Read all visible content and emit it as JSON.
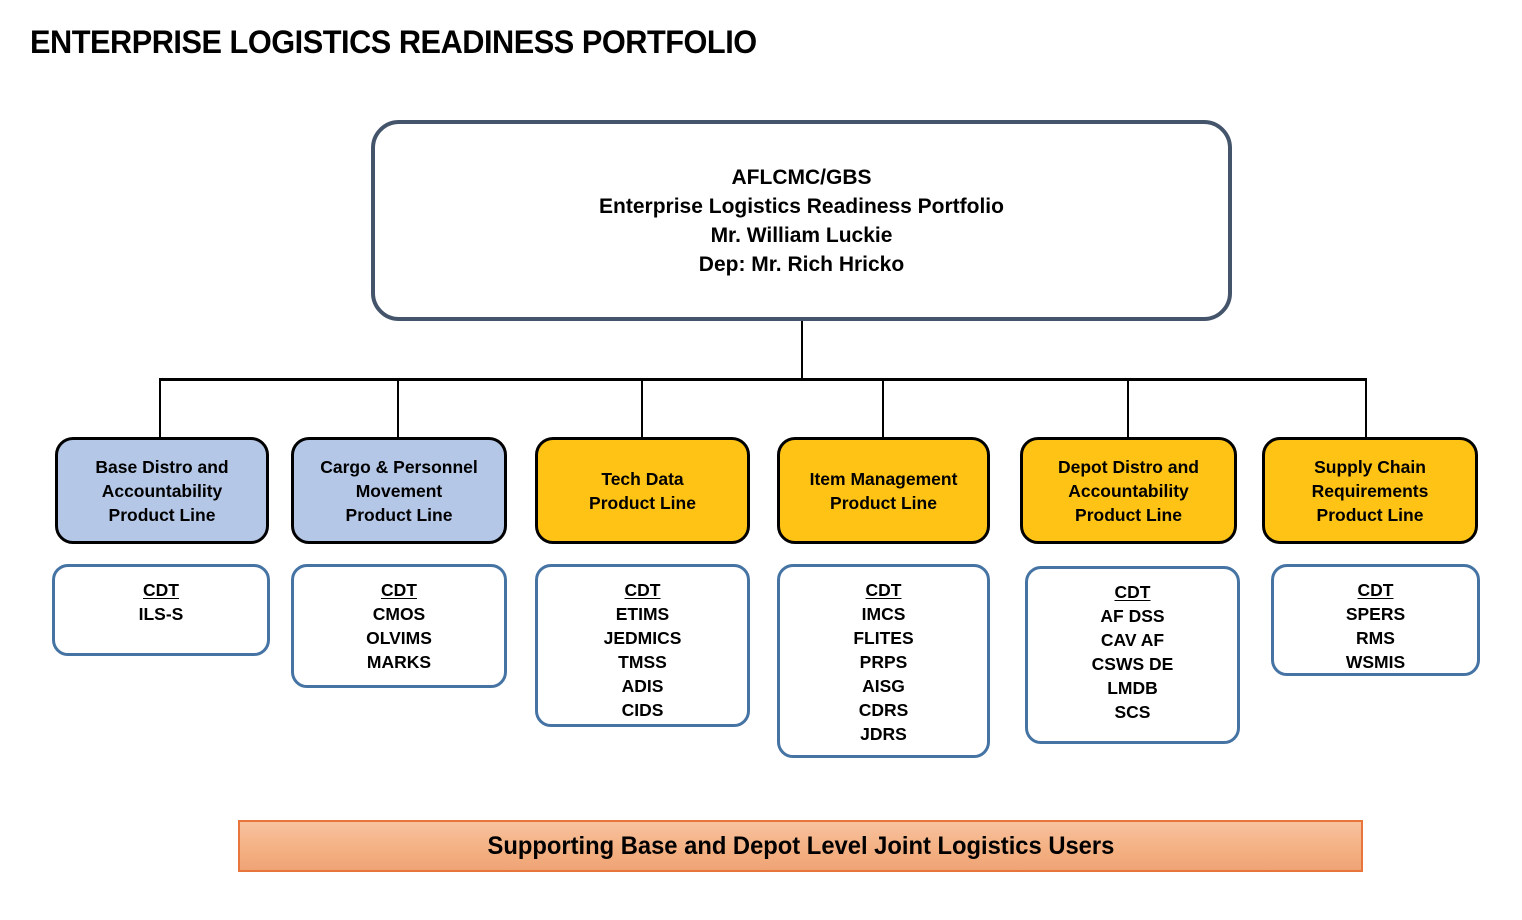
{
  "slide": {
    "title": "ENTERPRISE LOGISTICS READINESS PORTFOLIO"
  },
  "root_box": {
    "org": "AFLCMC/GBS",
    "portfolio": "Enterprise Logistics Readiness Portfolio",
    "lead": "Mr. William Luckie",
    "deputy": "Dep: Mr. Rich Hricko"
  },
  "product_lines": [
    {
      "label": "Base Distro and\nAccountability\nProduct Line",
      "fill": "#B4C7E7",
      "cdt_label": "CDT",
      "cdt_items": [
        "ILS-S"
      ]
    },
    {
      "label": "Cargo & Personnel\nMovement\nProduct Line",
      "fill": "#B4C7E7",
      "cdt_label": "CDT",
      "cdt_items": [
        "CMOS",
        "OLVIMS",
        "MARKS"
      ]
    },
    {
      "label": "Tech Data\nProduct Line",
      "fill": "#FFC316",
      "cdt_label": "CDT",
      "cdt_items": [
        "ETIMS",
        "JEDMICS",
        "TMSS",
        "ADIS",
        "CIDS"
      ]
    },
    {
      "label": "Item Management\nProduct Line",
      "fill": "#FFC316",
      "cdt_label": "CDT",
      "cdt_items": [
        "IMCS",
        "FLITES",
        "PRPS",
        "AISG",
        "CDRS",
        "JDRS"
      ]
    },
    {
      "label": "Depot Distro and\nAccountability\nProduct Line",
      "fill": "#FFC316",
      "cdt_label": "CDT",
      "cdt_items": [
        "AF DSS",
        "CAV AF",
        "CSWS DE",
        "LMDB",
        "SCS"
      ]
    },
    {
      "label": "Supply Chain\nRequirements\nProduct Line",
      "fill": "#FFC316",
      "cdt_label": "CDT",
      "cdt_items": [
        "SPERS",
        "RMS",
        "WSMIS"
      ]
    }
  ],
  "banner": {
    "text": "Supporting Base and Depot Level Joint Logistics Users",
    "fill": "#F4B183",
    "border_color": "#E8763C"
  },
  "colors": {
    "light_blue_fill": "#B4C7E7",
    "gold_fill": "#FFC316",
    "root_border": "#44546A",
    "cdt_border": "#4574A4",
    "box_border": "#000000",
    "connector": "#000000"
  }
}
